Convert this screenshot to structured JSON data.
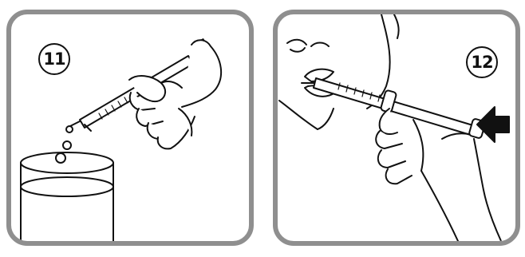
{
  "steps": [
    {
      "number": "11",
      "illustration": "syringe-dropping-into-glass"
    },
    {
      "number": "12",
      "illustration": "syringe-into-mouth"
    }
  ],
  "colors": {
    "panel_border": "#8f8f8f",
    "line": "#111111",
    "arrow": "#111111",
    "background": "#ffffff"
  }
}
